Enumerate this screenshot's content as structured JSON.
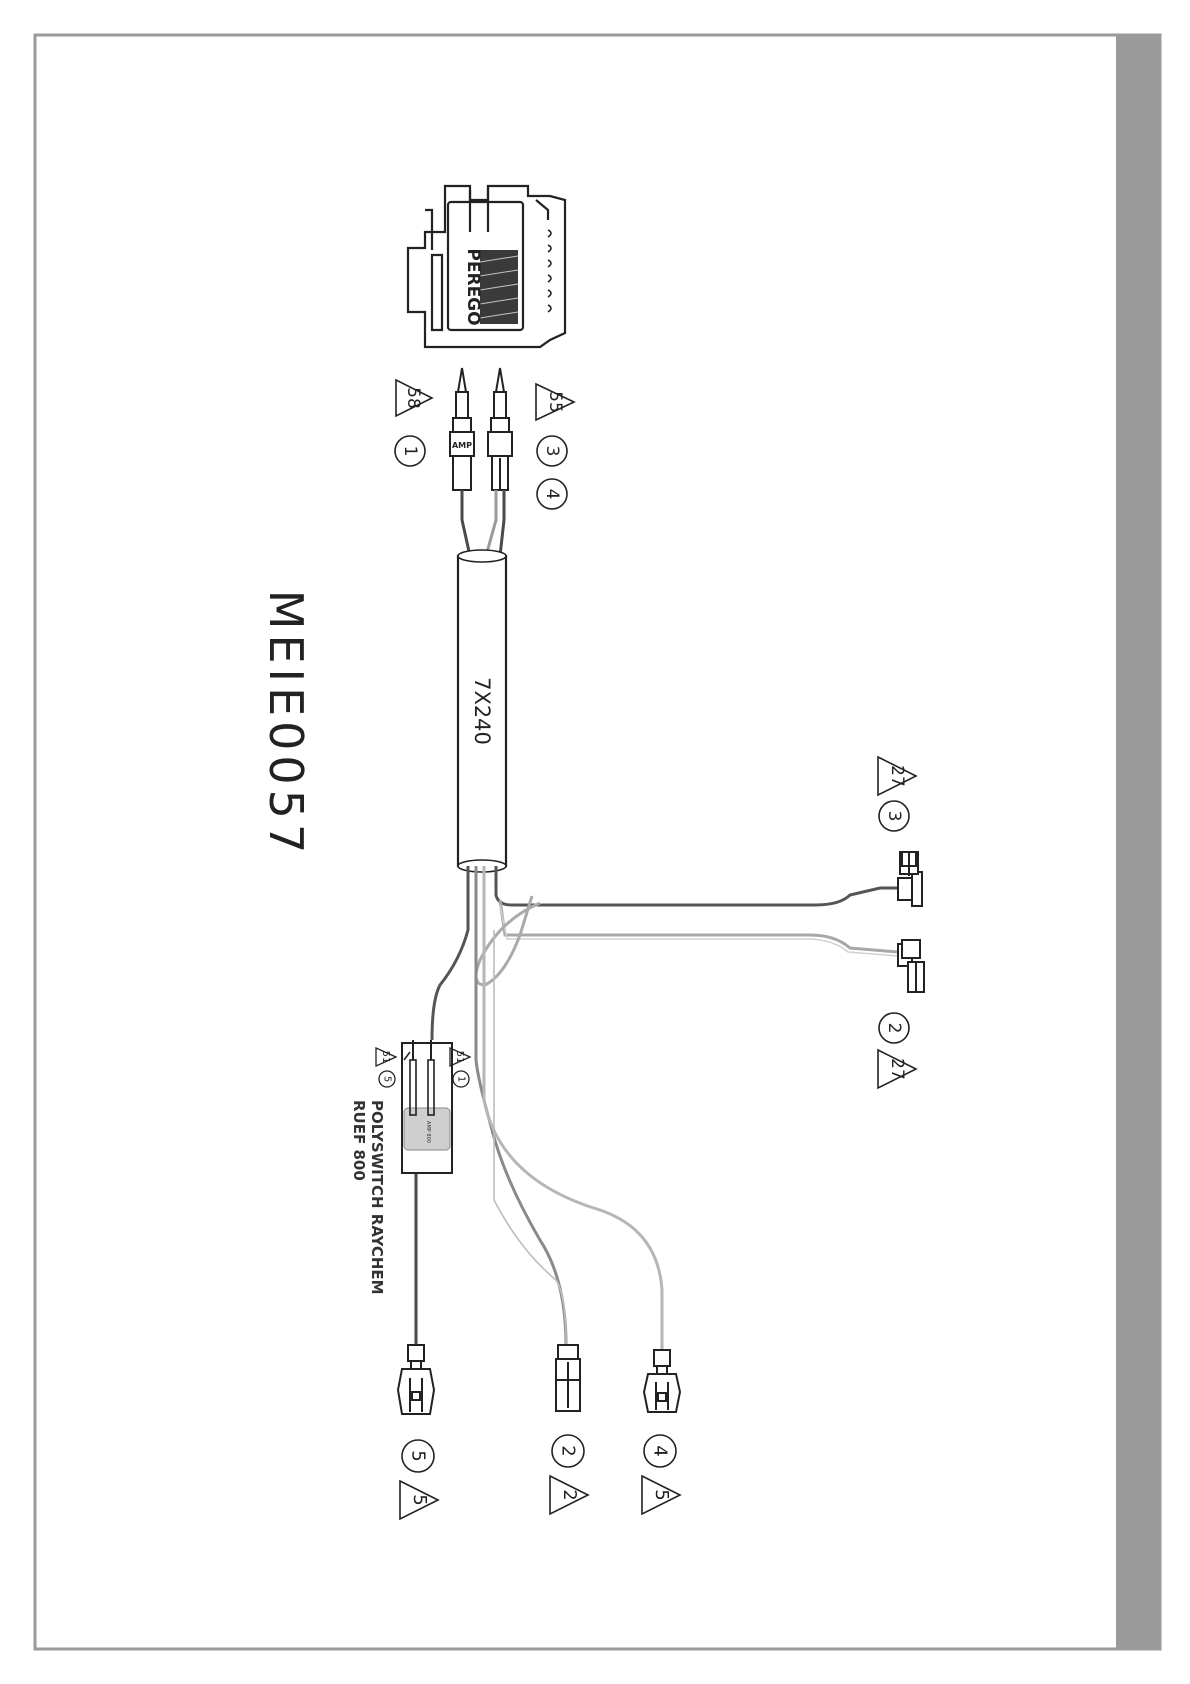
{
  "drawing": {
    "code": "MEIE0057",
    "sleeve_label": "7X240",
    "brand": "PEREGO",
    "amp_mark": "AMP",
    "fuse_mark": "AMP 800",
    "fuse_text_line1": "POLYSWITCH RAYCHEM",
    "fuse_text_line2": "RUEF 800"
  },
  "labels": {
    "top_conn_pin1": "1",
    "top_conn_tri1": "58",
    "top_conn_pin3": "3",
    "top_conn_pin4": "4",
    "top_conn_tri2": "55",
    "right_conn_a_pin": "3",
    "right_conn_a_tri": "27",
    "right_conn_b_pin": "2",
    "right_conn_b_tri": "27",
    "fuse_pin_a": "1",
    "fuse_tri_a": "51",
    "fuse_pin_b": "5",
    "fuse_tri_b": "51",
    "bottom_a_pin": "5",
    "bottom_a_tri": "5",
    "bottom_b_pin": "2",
    "bottom_b_tri": "2",
    "bottom_c_pin": "4",
    "bottom_c_tri": "5"
  },
  "colors": {
    "frame": "#9a9a9a",
    "side_strip": "#9a9a9a",
    "line": "#222222",
    "wire_dark": "#4a4a4a",
    "wire_grey": "#9a9a9a",
    "wire_light": "#bdbdbd",
    "fuse_fill": "#cfcfcf"
  }
}
